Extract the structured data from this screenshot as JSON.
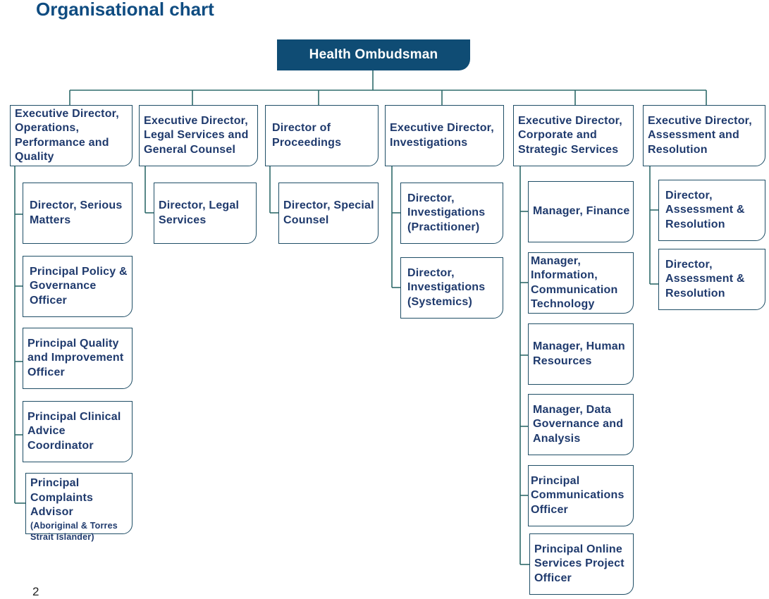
{
  "title": "Organisational chart",
  "root": "Health Ombudsman",
  "page_number": "2",
  "colors": {
    "title": "#0f4c81",
    "root_fill": "#0f4c74",
    "box_border": "#1f4e66",
    "box_text": "#1f3a6d"
  },
  "columns": [
    {
      "head": "Executive Director, Operations, Performance and Quality",
      "reports": [
        {
          "text": "Director, Serious Matters"
        },
        {
          "text": "Principal Policy & Governance Officer"
        },
        {
          "text": "Principal Quality and Improvement Officer"
        },
        {
          "text": "Principal Clinical Advice Coordinator"
        },
        {
          "text": "Principal Complaints Advisor",
          "note": "(Aboriginal & Torres Strait Islander)"
        }
      ]
    },
    {
      "head": "Executive Director, Legal Services and General Counsel",
      "reports": [
        {
          "text": "Director, Legal Services"
        }
      ]
    },
    {
      "head": "Director of Proceedings",
      "reports": [
        {
          "text": "Director, Special Counsel"
        }
      ]
    },
    {
      "head": "Executive Director, Investigations",
      "reports": [
        {
          "text": "Director, Investigations (Practitioner)"
        },
        {
          "text": "Director, Investigations (Systemics)"
        }
      ]
    },
    {
      "head": "Executive Director, Corporate and Strategic Services",
      "reports": [
        {
          "text": "Manager, Finance"
        },
        {
          "text": "Manager, Information, Communication Technology"
        },
        {
          "text": "Manager, Human Resources"
        },
        {
          "text": "Manager, Data Governance and Analysis"
        },
        {
          "text": "Principal Communications Officer"
        },
        {
          "text": "Principal Online Services Project Officer"
        }
      ]
    },
    {
      "head": "Executive Director, Assessment and Resolution",
      "reports": [
        {
          "text": "Director, Assessment & Resolution"
        },
        {
          "text": "Director, Assessment & Resolution"
        }
      ]
    }
  ]
}
